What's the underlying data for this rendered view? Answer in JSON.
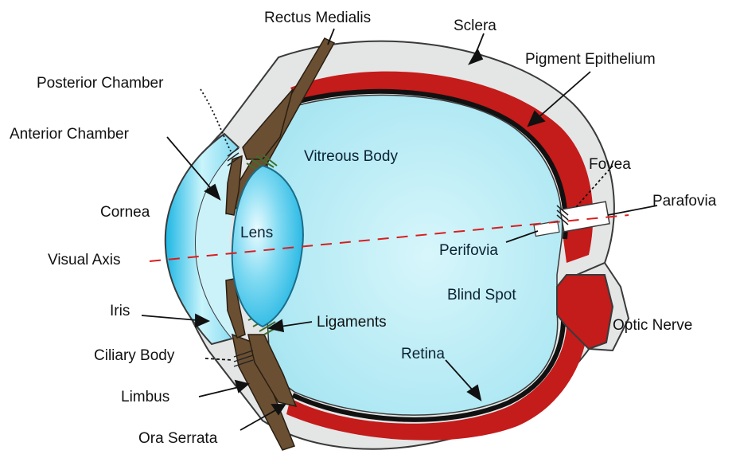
{
  "diagram": {
    "labels": {
      "rectus_medialis": "Rectus Medialis",
      "sclera": "Sclera",
      "pigment_epithelium": "Pigment Epithelium",
      "posterior_chamber": "Posterior Chamber",
      "anterior_chamber": "Anterior Chamber",
      "vitreous_body": "Vitreous Body",
      "fovea": "Fovea",
      "parafovia": "Parafovia",
      "cornea": "Cornea",
      "lens": "Lens",
      "visual_axis": "Visual Axis",
      "perifovia": "Perifovia",
      "blind_spot": "Blind Spot",
      "iris": "Iris",
      "ligaments": "Ligaments",
      "optic_nerve": "Optic Nerve",
      "ciliary_body": "Ciliary Body",
      "retina": "Retina",
      "limbus": "Limbus",
      "ora_serrata": "Ora Serrata"
    },
    "colors": {
      "sclera": "#e4e6e6",
      "vitreous": "#bfeef6",
      "choroid": "#c41b1b",
      "pigment": "#111111",
      "muscle": "#6a4f32",
      "cornea": "#9fe6f4",
      "lens": "#5fd0ef",
      "visual_axis": "#d81e1e"
    }
  }
}
